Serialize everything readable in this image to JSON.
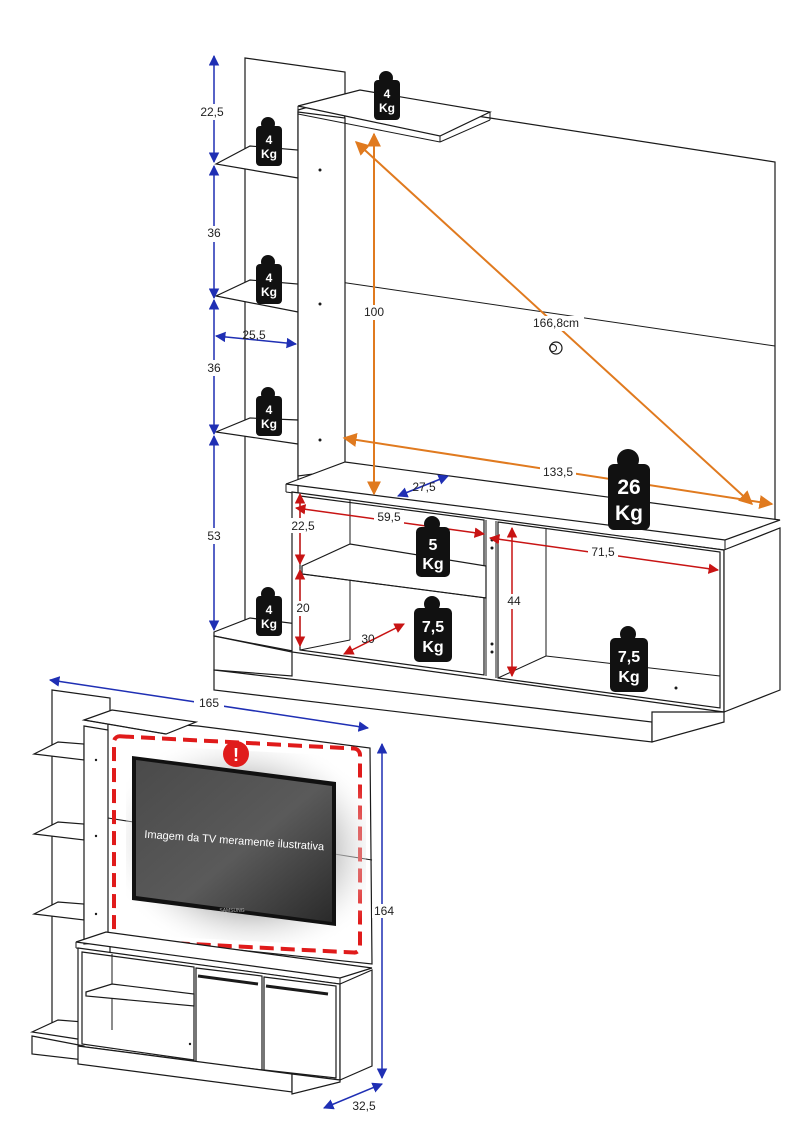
{
  "colors": {
    "blue_dimension": "#1f2fb4",
    "red_dimension": "#c81414",
    "orange_dimension": "#e07a1f",
    "weight_badge": "#111111",
    "warning": "#e01b1b"
  },
  "top_diagram": {
    "heights": {
      "h1": "22,5",
      "h2": "36",
      "h3": "36",
      "h4": "53"
    },
    "shelf_depth": "25,5",
    "screen_height": "100",
    "screen_diagonal": "166,8cm",
    "screen_width": "133,5",
    "top_depth": "27,5",
    "left_niche_width": "59,5",
    "left_niche_upper_height": "22,5",
    "left_niche_lower_height": "20",
    "left_niche_depth": "30",
    "right_niche_width": "71,5",
    "right_niche_height": "44",
    "weights": {
      "top_shelf": {
        "value": "4",
        "unit": "Kg"
      },
      "side_shelf_1": {
        "value": "4",
        "unit": "Kg"
      },
      "side_shelf_2": {
        "value": "4",
        "unit": "Kg"
      },
      "side_shelf_3": {
        "value": "4",
        "unit": "Kg"
      },
      "side_base": {
        "value": "4",
        "unit": "Kg"
      },
      "tv_top": {
        "value": "26",
        "unit": "Kg"
      },
      "upper_niche": {
        "value": "5",
        "unit": "Kg"
      },
      "lower_niche": {
        "value": "7,5",
        "unit": "Kg"
      },
      "right_niche": {
        "value": "7,5",
        "unit": "Kg"
      }
    }
  },
  "bottom_diagram": {
    "width": "165",
    "height": "164",
    "depth": "32,5",
    "tv_caption": "Imagem da TV meramente ilustrativa",
    "warning_symbol": "!",
    "tv_brand": "SAMSUNG"
  }
}
